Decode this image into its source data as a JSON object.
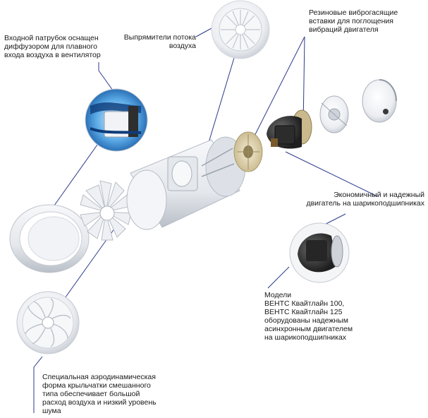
{
  "callouts": {
    "inlet_diffuser": [
      "Входной патрубок оснащен",
      "диффузором для плавного",
      "входа воздуха в вентилятор"
    ],
    "flow_straighteners": [
      "Выпрямители потока",
      "воздуха"
    ],
    "rubber_dampers": [
      "Резиновые виброгасящие",
      "вставки для поглощения",
      "вибраций двигателя"
    ],
    "motor": [
      "Экономичный и надежный",
      "двигатель на шарикоподшипниках"
    ],
    "models": [
      "Модели",
      "ВЕНТС Квайтлайн 100,",
      "ВЕНТС Квайтлайн 125",
      "оборудованы надежным",
      "асинхронным двигателем",
      "на шарикоподшипниках"
    ],
    "impeller": [
      "Специальная аэродинамическая",
      "форма крыльчатки смешанного",
      "типа обеспечивает большой",
      "расход воздуха и низкий уровень",
      "шума"
    ]
  },
  "colors": {
    "leader_line": "#2b3a8c",
    "part_light": "#eef0f3",
    "part_shade": "#c7ccd3",
    "accent_blue": "#1b7fd0",
    "motor_dark": "#3a3a3a",
    "gasket": "#e6dcc0"
  }
}
